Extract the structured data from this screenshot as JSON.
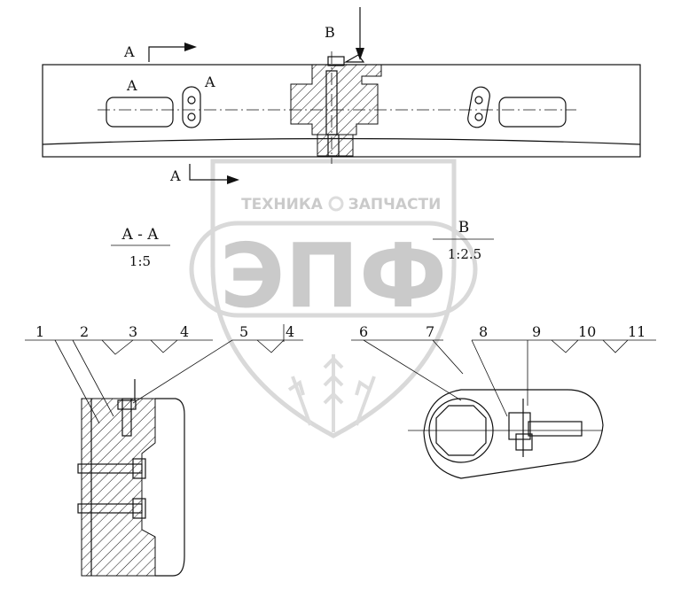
{
  "watermark": {
    "top_left": "ТЕХНИКА",
    "top_right": "ЗАПЧАСТИ",
    "brand": "ЭПФ"
  },
  "section_marks": {
    "arrow_a_top": "A",
    "arrow_a_bottom": "A",
    "arrow_b": "B",
    "inner_a_left": "A",
    "inner_a_right": "A"
  },
  "views": {
    "section_aa": {
      "title": "A - A",
      "scale": "1:5"
    },
    "view_b": {
      "title": "B",
      "scale": "1:2.5"
    }
  },
  "callouts": [
    "1",
    "2",
    "3",
    "4",
    "5",
    "4",
    "6",
    "7",
    "8",
    "9",
    "10",
    "11"
  ]
}
